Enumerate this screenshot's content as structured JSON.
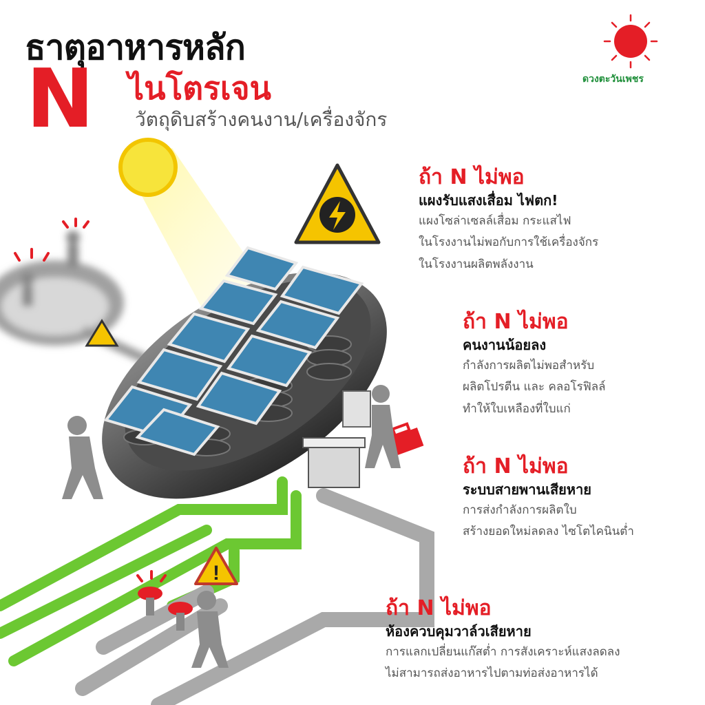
{
  "header": {
    "title": "ธาตุอาหารหลัก",
    "symbol": "N",
    "subtitle": "ไนโตรเจน",
    "tagline": "วัตถุดิบสร้างคนงาน/เครื่องจักร"
  },
  "brand": {
    "name": "ดวงตะวันเพชร",
    "logo_icon": "sun-logo-icon",
    "color": "#e41e26"
  },
  "sections": [
    {
      "heading": "ถ้า N ไม่พอ",
      "subheading": "แผงรับแสงเสื่อม ไฟตก!",
      "lines": [
        "แผงโซล่าเซลล์เสื่อม กระแสไฟ",
        "ในโรงงานไม่พอกับการใช้เครื่องจักร",
        "ในโรงงานผลิตพลังงาน"
      ]
    },
    {
      "heading": "ถ้า N ไม่พอ",
      "subheading": "คนงานน้อยลง",
      "lines": [
        "กำลังการผลิตไม่พอสำหรับ",
        "ผลิตโปรตีน และ คลอโรฟิลล์",
        "ทำให้ใบเหลืองที่ใบแก่"
      ]
    },
    {
      "heading": "ถ้า N ไม่พอ",
      "subheading": "ระบบสายพานเสียหาย",
      "lines": [
        "การส่งกำลังการผลิตใบ",
        "สร้างยอดใหม่ลดลง ไซโตไคนินต่ำ"
      ]
    },
    {
      "heading": "ถ้า N ไม่พอ",
      "subheading": "ห้องควบคุมวาล์วเสียหาย",
      "lines": [
        "การแลกเปลี่ยนแก๊สต่ำ การสังเคราะห์แสงลดลง",
        "ไม่สามารถส่งอาหารไปตามท่อส่งอาหารได้"
      ]
    }
  ],
  "colors": {
    "accent_red": "#e41e26",
    "pipe_green": "#6cc832",
    "pipe_gray": "#a9a9a9",
    "warning_yellow": "#f5c400",
    "sun_yellow": "#f7e43b",
    "panel_blue": "#3f86b2"
  },
  "icons": [
    "sun-icon",
    "warning-triangle-icon",
    "lightning-icon",
    "worker-figure-icon",
    "valve-wheel-icon",
    "toolbox-icon",
    "control-panel-icon"
  ]
}
